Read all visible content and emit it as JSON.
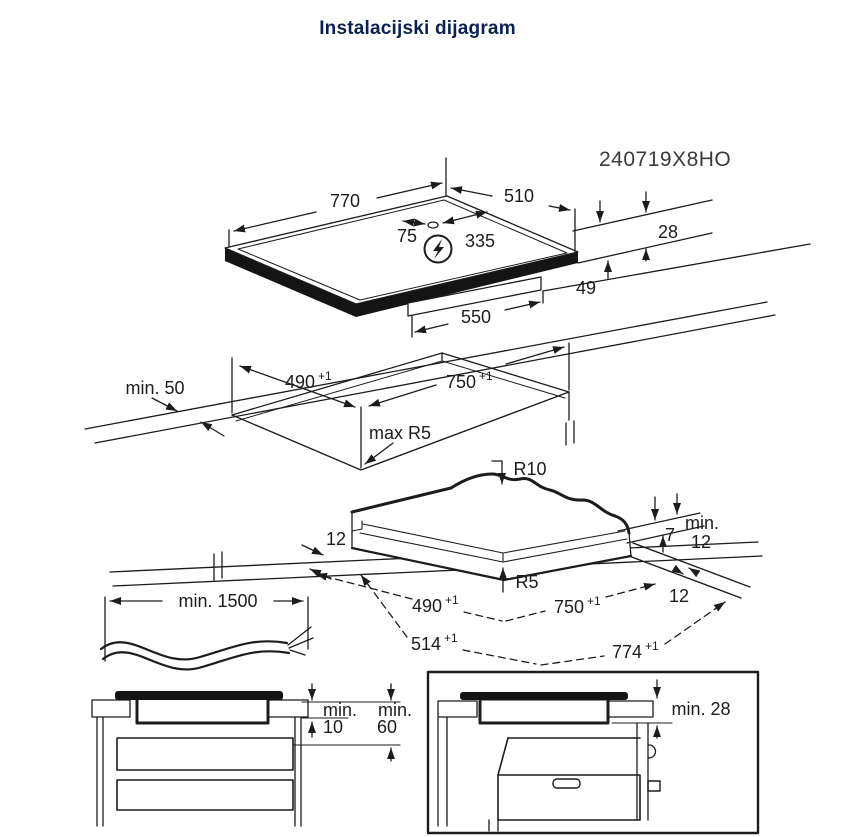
{
  "window": {
    "title": "Instalacijski dijagram",
    "model": "240719X8HO"
  },
  "colors": {
    "title_text": "#0a2151",
    "line_art": "#1c1c1c",
    "background": "#ffffff"
  },
  "hob_top_view": {
    "width": "770",
    "depth": "510",
    "connection_offset_left": "75",
    "connection_offset_right": "335",
    "height_above_worktop": "28",
    "box_depth": "49",
    "box_width": "550"
  },
  "worktop_cutout": {
    "front_clearance": "min. 50",
    "cutout_depth": "490",
    "cutout_depth_tol": "+1",
    "cutout_width": "750",
    "cutout_width_tol": "+1",
    "corner_radius": "max R5"
  },
  "corner_detail": {
    "top_radius": "R10",
    "inner_radius": "R5",
    "edge_width_left": "12",
    "step_height": "7",
    "min_label": "min.",
    "min_value": "12",
    "edge_width_right": "12",
    "cutout_depth": "490",
    "cutout_depth_tol": "+1",
    "cutout_width": "750",
    "cutout_width_tol": "+1",
    "outer_depth": "514",
    "outer_depth_tol": "+1",
    "outer_width": "774",
    "outer_width_tol": "+1"
  },
  "power_cable": {
    "length": "min. 1500"
  },
  "drawer_clearance": {
    "label1": "min.",
    "value1": "10",
    "label2": "min.",
    "value2": "60"
  },
  "oven_clearance": {
    "label": "min. 28"
  }
}
